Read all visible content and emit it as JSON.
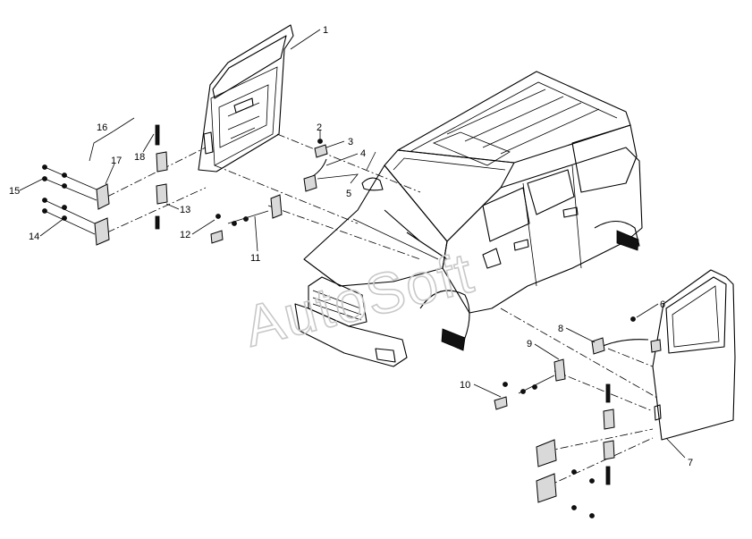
{
  "watermark": "AutoSoft",
  "callouts": [
    {
      "id": "1",
      "label": "1"
    },
    {
      "id": "2",
      "label": "2"
    },
    {
      "id": "3",
      "label": "3"
    },
    {
      "id": "4",
      "label": "4"
    },
    {
      "id": "5",
      "label": "5"
    },
    {
      "id": "6",
      "label": "6"
    },
    {
      "id": "7",
      "label": "7"
    },
    {
      "id": "8",
      "label": "8"
    },
    {
      "id": "9",
      "label": "9"
    },
    {
      "id": "10",
      "label": "10"
    },
    {
      "id": "11",
      "label": "11"
    },
    {
      "id": "12",
      "label": "12"
    },
    {
      "id": "13",
      "label": "13"
    },
    {
      "id": "14",
      "label": "14"
    },
    {
      "id": "15",
      "label": "15"
    },
    {
      "id": "16",
      "label": "16"
    },
    {
      "id": "17",
      "label": "17"
    },
    {
      "id": "18",
      "label": "18"
    }
  ]
}
